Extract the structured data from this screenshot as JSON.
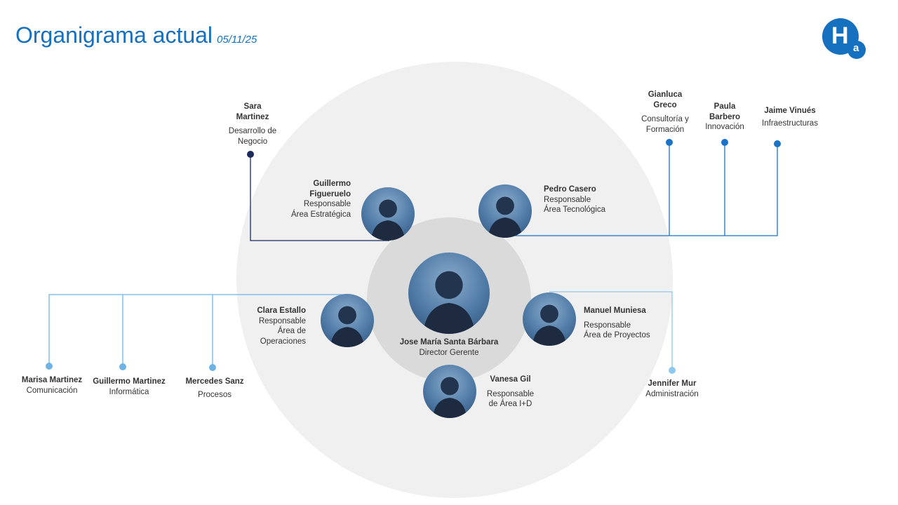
{
  "header": {
    "title": "Organigrama actual",
    "date": "05/11/25",
    "logo_text": "H",
    "logo_sub": "a"
  },
  "colors": {
    "title": "#1570c0",
    "big_circle": "#f0f0f0",
    "inner_circle": "#dadada",
    "navy": "#1b2b5e",
    "blue": "#1a73c8",
    "light_blue": "#6fb3e6"
  },
  "center": {
    "name": "Jose María Santa Bárbara",
    "role": "Director Gerente"
  },
  "managers": [
    {
      "name": "Guillermo Figueruelo",
      "name1": "Guillermo",
      "name2": "Figueruelo",
      "role1": "Responsable",
      "role2": "Área Estratégica"
    },
    {
      "name": "Pedro Casero",
      "role1": "Responsable",
      "role2": "Área Tecnológica"
    },
    {
      "name": "Clara Estallo",
      "role1": "Responsable",
      "role2": "Área de",
      "role3": "Operaciones"
    },
    {
      "name": "Manuel Muniesa",
      "role1": "Responsable",
      "role2": "Área de Proyectos"
    },
    {
      "name": "Vanesa Gil",
      "role1": "Responsable",
      "role2": "de Área I+D"
    }
  ],
  "staff": [
    {
      "name1": "Sara",
      "name2": "Martinez",
      "role1": "Desarrollo de",
      "role2": "Negocio"
    },
    {
      "name1": "Gianluca",
      "name2": "Greco",
      "role1": "Consultoría y",
      "role2": "Formación"
    },
    {
      "name1": "Paula",
      "name2": "Barbero",
      "role1": "Innovación"
    },
    {
      "name1": "Jaime Vinués",
      "role1": "Infraestructuras"
    },
    {
      "name1": "Marisa Martinez",
      "role1": "Comunicación"
    },
    {
      "name1": "Guillermo Martinez",
      "role1": "Informática"
    },
    {
      "name1": "Mercedes Sanz",
      "role1": "Procesos"
    },
    {
      "name1": "Jennifer Mur",
      "role1": "Administración"
    }
  ]
}
